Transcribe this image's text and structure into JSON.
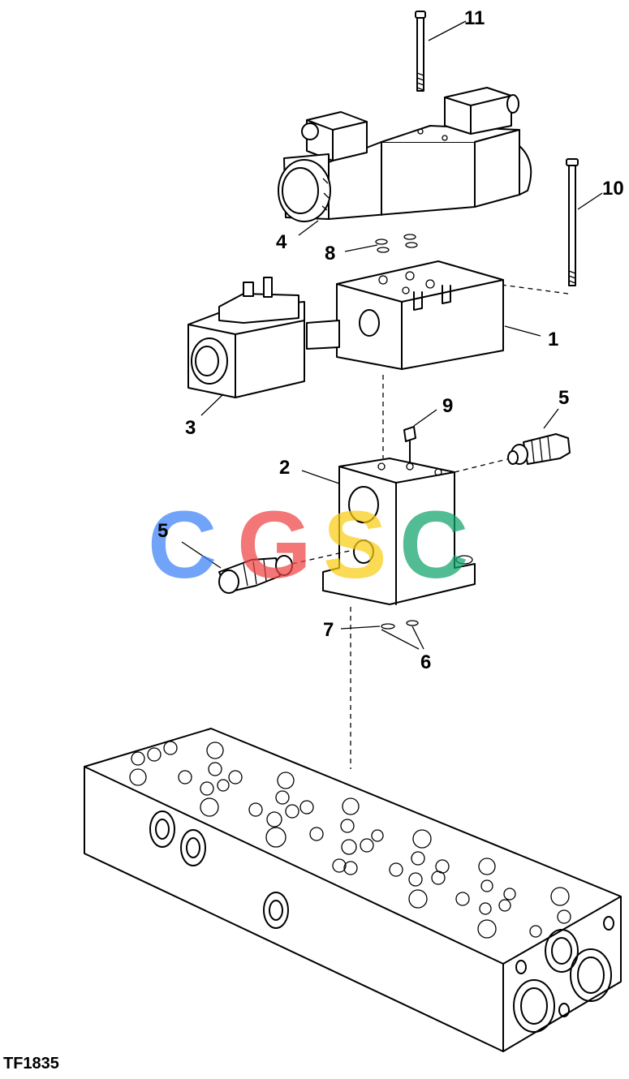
{
  "figure_id": "TF1835",
  "callouts": {
    "c1": "1",
    "c2": "2",
    "c3": "3",
    "c4": "4",
    "c5a": "5",
    "c5b": "5",
    "c6": "6",
    "c7": "7",
    "c8": "8",
    "c9": "9",
    "c10": "10",
    "c11": "11"
  },
  "watermark": {
    "letters": [
      "C",
      "G",
      "S",
      "C"
    ],
    "colors": [
      "#3b82f6",
      "#ef4444",
      "#facc15",
      "#10a36b"
    ]
  }
}
